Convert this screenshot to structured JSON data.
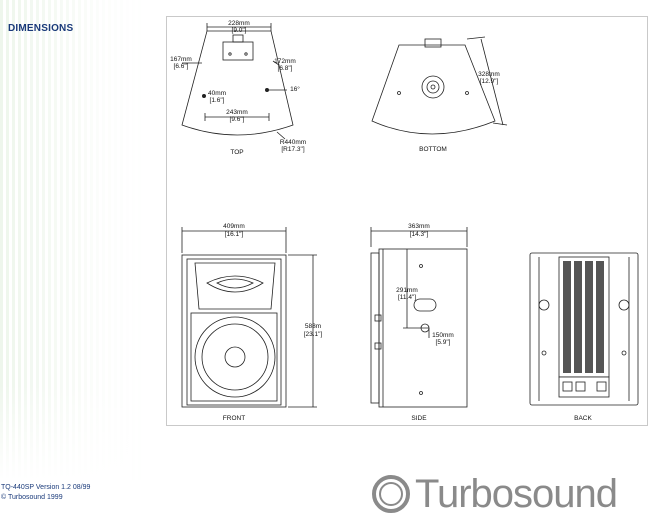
{
  "section_title": "DIMENSIONS",
  "footer": {
    "version_line": "TQ-440SP  Version 1.2  08/99",
    "copyright_line": "© Turbosound 1999"
  },
  "brand": {
    "name": "Turbosound",
    "color": "#8a8a8a"
  },
  "colors": {
    "title": "#1a3a7a",
    "stripe": "#eef6ec",
    "frame": "#c9c9c9"
  },
  "views": {
    "top": {
      "label": "TOP",
      "width_top_mm": "228mm",
      "width_top_in": "[9.0\"]",
      "left_side_mm": "167mm",
      "left_side_in": "[6.6\"]",
      "right_side_mm": "172mm",
      "right_side_in": "[6.8\"]",
      "hole_mm": "40mm",
      "hole_in": "[1.6\"]",
      "angle": "16°",
      "width_bottom_mm": "243mm",
      "width_bottom_in": "[9.6\"]",
      "radius_mm": "R440mm",
      "radius_in": "[R17.3\"]"
    },
    "bottom": {
      "label": "BOTTOM",
      "depth_mm": "328mm",
      "depth_in": "[12.9\"]"
    },
    "front": {
      "label": "FRONT",
      "width_mm": "409mm",
      "width_in": "[16.1\"]",
      "height_mm": "588m",
      "height_in": "[23.1\"]"
    },
    "side": {
      "label": "SIDE",
      "depth_mm": "363mm",
      "depth_in": "[14.3\"]",
      "handle_mm": "291mm",
      "handle_in": "[11.4\"]",
      "mount_mm": "150mm",
      "mount_in": "[5.9\"]"
    },
    "back": {
      "label": "BACK"
    }
  }
}
